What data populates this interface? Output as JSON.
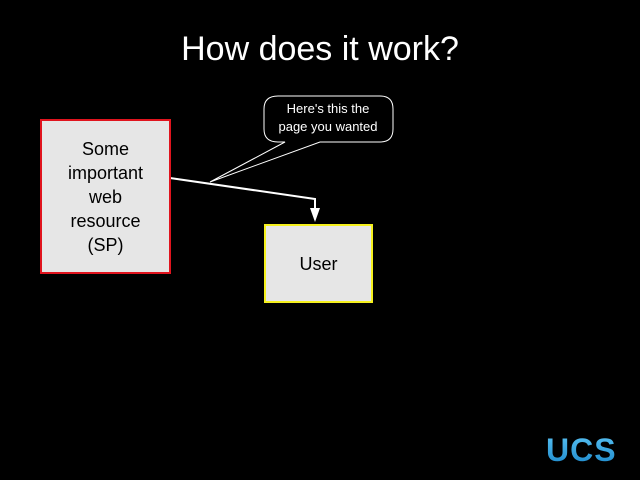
{
  "title": "How does it work?",
  "nodes": {
    "resource": "Some important web resource (SP)",
    "user": "User"
  },
  "callout": {
    "line1": "Here's this the",
    "line2": "page you wanted"
  },
  "logo": "UCS",
  "colors": {
    "resource_border": "#e0141e",
    "user_border": "#f5f01e",
    "box_fill": "#e6e6e6",
    "logo": "#2aa6e4"
  }
}
